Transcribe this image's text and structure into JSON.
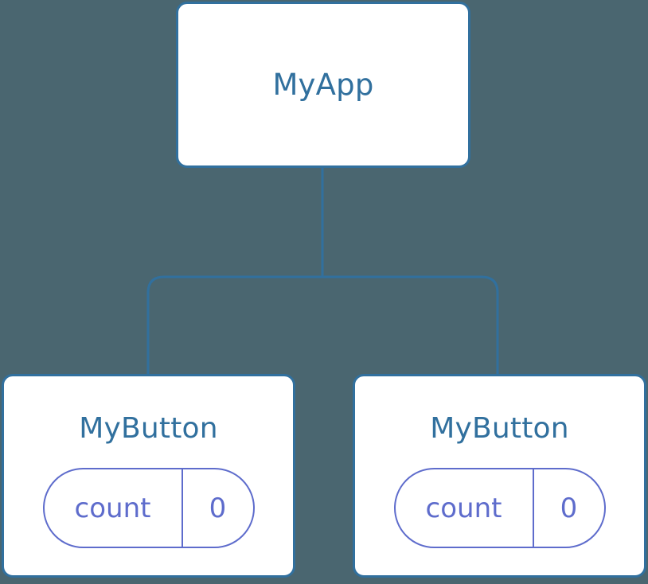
{
  "diagram": {
    "type": "component-tree",
    "background_color": "#4a6670",
    "node_border_color": "#31709e",
    "node_text_color": "#31709e",
    "pill_color": "#5e6ccc",
    "connector_color": "#31709e",
    "root": {
      "title": "MyApp"
    },
    "children": [
      {
        "title": "MyButton",
        "state": {
          "key": "count",
          "value": "0"
        }
      },
      {
        "title": "MyButton",
        "state": {
          "key": "count",
          "value": "0"
        }
      }
    ]
  }
}
